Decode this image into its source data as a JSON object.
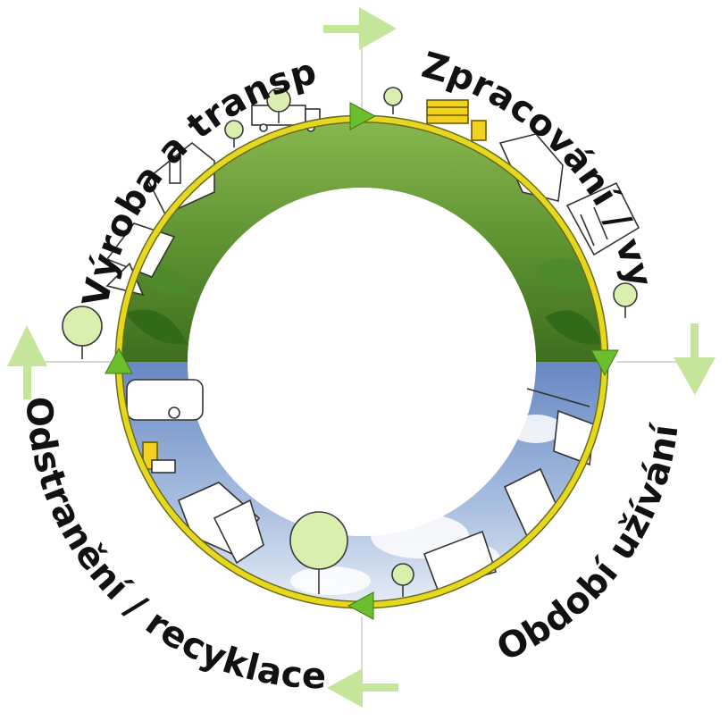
{
  "stages": [
    {
      "label": "Výroba a transport"
    },
    {
      "label": "Zpracování / využití"
    },
    {
      "label": "Období užívání"
    },
    {
      "label": "Odstranění / recyklace"
    }
  ],
  "colors": {
    "ring": "#e6d81e",
    "ring_outline": "#6b6b20",
    "arrow": "#6cbf2c",
    "arrow_light": "#c5e59a",
    "axis_line": "#bdbdbd",
    "grass_light": "#7cae43",
    "grass_dark": "#3f7420",
    "sky_top": "#6f8fc8",
    "sky_bottom": "#e8eef6",
    "text": "#111111"
  },
  "icons": [
    "truck-icon",
    "factory-icon",
    "house-icon",
    "tree-icon",
    "recycling-truck-icon",
    "crane-icon",
    "lumber-stack-icon"
  ]
}
